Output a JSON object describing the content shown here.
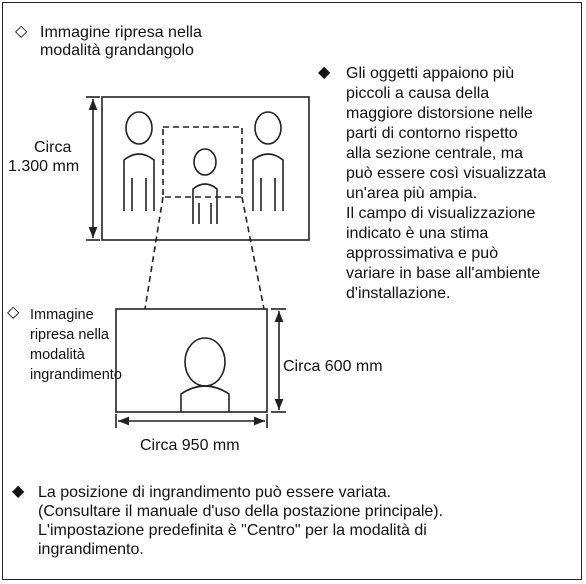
{
  "wide": {
    "marker": "◇",
    "caption_lines": [
      "Immagine ripresa nella",
      "modalità grandangolo"
    ],
    "height_label_lines": [
      "Circa",
      "1.300 mm"
    ]
  },
  "note": {
    "marker": "◆",
    "lines": [
      "Gli oggetti appaiono più",
      "piccoli a causa della",
      "maggiore distorsione nelle",
      "parti di contorno rispetto",
      "alla sezione centrale, ma",
      "può essere così visualizzata",
      "un'area più ampia.",
      "Il campo di visualizzazione",
      "indicato è una stima",
      "approssimativa e può",
      "variare in base all'ambiente",
      "d'installazione."
    ]
  },
  "zoom": {
    "marker": "◇",
    "caption_lines": [
      "Immagine",
      "ripresa nella",
      "modalità",
      "ingrandimento"
    ],
    "height_label": "Circa 600 mm",
    "width_label": "Circa 950 mm"
  },
  "footer": {
    "marker": "◆",
    "lines": [
      "La posizione di ingrandimento può essere variata.",
      "(Consultare il manuale d'uso della postazione principale).",
      "L'impostazione predefinita è \"Centro\" per la modalità di",
      "ingrandimento."
    ]
  }
}
